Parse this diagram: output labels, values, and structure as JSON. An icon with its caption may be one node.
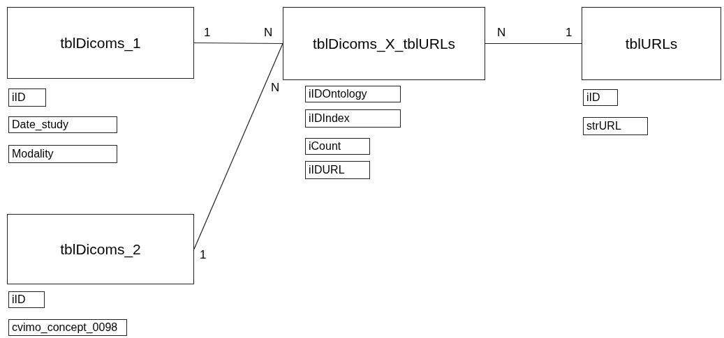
{
  "diagram": {
    "nodes": [
      {
        "text": [
          "tblDicoms_1"
        ]
      },
      {
        "text": [
          "iID"
        ]
      },
      {
        "text": [
          "Date_study"
        ]
      },
      {
        "text": [
          "Modality"
        ]
      },
      {
        "text": [
          "tblDicoms_X_tblURLs"
        ]
      },
      {
        "text": [
          "iIDOntology"
        ]
      },
      {
        "text": [
          "iIDIndex"
        ]
      },
      {
        "text": [
          "iCount"
        ]
      },
      {
        "text": [
          "iIDURL"
        ]
      },
      {
        "text": [
          "tblURLs"
        ]
      },
      {
        "text": [
          "iID"
        ]
      },
      {
        "text": [
          "strURL"
        ]
      },
      {
        "text": [
          "tblDicoms_2"
        ]
      },
      {
        "text": [
          "iID"
        ]
      },
      {
        "text": [
          "cvimo_concept_0098"
        ]
      }
    ],
    "edges": [
      {
        "from": 0,
        "to": 4,
        "arrow": "none"
      },
      {
        "from": 4,
        "to": 9,
        "arrow": "none"
      },
      {
        "from": 12,
        "to": 4,
        "arrow": "none"
      }
    ],
    "labels": [
      "1",
      "N",
      "N",
      "1",
      "N",
      "1"
    ]
  }
}
